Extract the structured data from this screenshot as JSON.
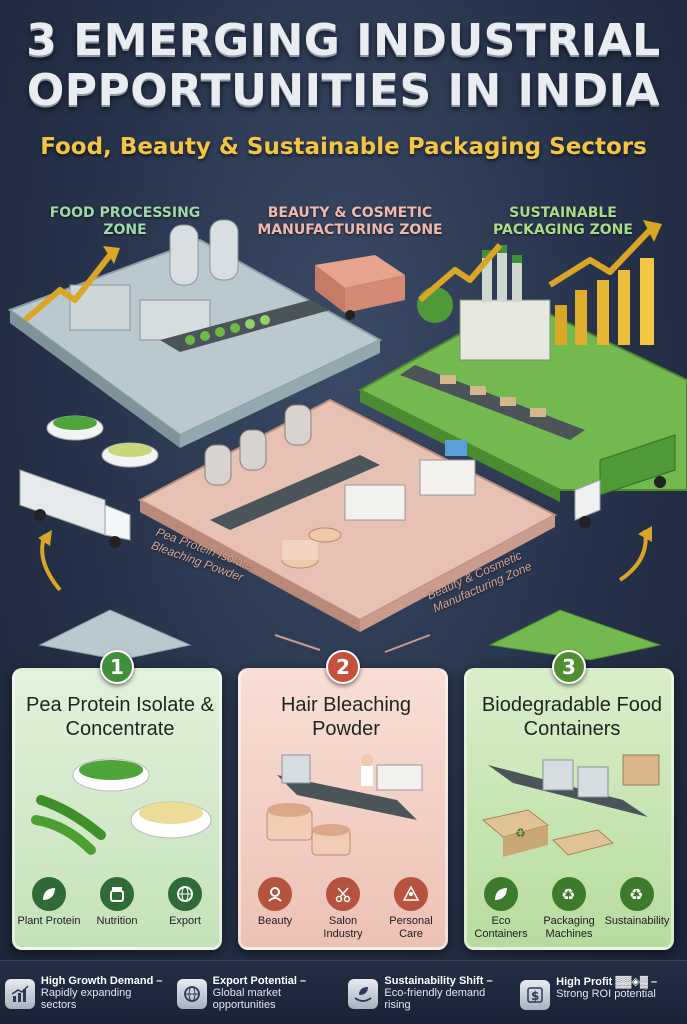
{
  "header": {
    "title_line1": "3 EMERGING INDUSTRIAL",
    "title_line2": "OPPORTUNITIES IN INDIA",
    "subtitle": "Food, Beauty & Sustainable Packaging Sectors"
  },
  "zones": {
    "food": "FOOD PROCESSING ZONE",
    "beauty": "BEAUTY & COSMETIC MANUFACTURING ZONE",
    "packaging": "SUSTAINABLE PACKAGING ZONE"
  },
  "path_labels": {
    "left": "Pea Protein Isolate Bleaching Powder",
    "right": "Beauty & Cosmetic Manufacturing Zone"
  },
  "cards": [
    {
      "number": "1",
      "title": "Pea Protein Isolate & Concentrate",
      "features": [
        {
          "label": "Plant Protein",
          "icon": "leaf-icon"
        },
        {
          "label": "Nutrition",
          "icon": "jar-icon"
        },
        {
          "label": "Export",
          "icon": "globe-icon"
        }
      ],
      "accent": "#3f8f3b"
    },
    {
      "number": "2",
      "title": "Hair Bleaching Powder",
      "features": [
        {
          "label": "Beauty",
          "icon": "woman-icon"
        },
        {
          "label": "Salon Industry",
          "icon": "scissors-icon"
        },
        {
          "label": "Personal Care",
          "icon": "person-icon"
        }
      ],
      "accent": "#c7503d"
    },
    {
      "number": "3",
      "title": "Biodegradable Food Containers",
      "features": [
        {
          "label": "Eco Containers",
          "icon": "leaf-icon"
        },
        {
          "label": "Packaging Machines",
          "icon": "recycle-icon"
        },
        {
          "label": "Sustainability",
          "icon": "recycle-icon"
        }
      ],
      "accent": "#4f8f2f"
    }
  ],
  "bottom_bar": [
    {
      "head": "High Growth Demand –",
      "body": "Rapidly expanding sectors",
      "icon": "growth-chart-icon"
    },
    {
      "head": "Export Potential –",
      "body": "Global market opportunities",
      "icon": "globe-icon"
    },
    {
      "head": "Sustainability Shift –",
      "body": "Eco-friendly demand rising",
      "icon": "hands-leaf-icon"
    },
    {
      "head": "High Profit ▓▓◈▓ –",
      "body": "Strong ROI potential",
      "icon": "dollar-icon"
    }
  ],
  "colors": {
    "title": "#e9edf2",
    "subtitle": "#f4c542",
    "food_zone": "#9fd9a8",
    "beauty_zone": "#f1b9ad",
    "packaging_zone": "#a9dc86"
  }
}
